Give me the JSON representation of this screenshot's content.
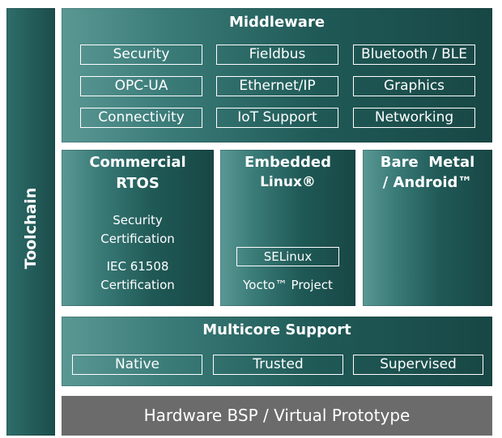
{
  "toolchain": {
    "label": "Toolchain"
  },
  "middleware": {
    "title": "Middleware",
    "items": [
      "Security",
      "Fieldbus",
      "Bluetooth / BLE",
      "OPC-UA",
      "Ethernet/IP",
      "Graphics",
      "Connectivity",
      "IoT Support",
      "Networking"
    ]
  },
  "rtos": {
    "title_line1": "Commercial",
    "title_line2": "RTOS",
    "item1_line1": "Security",
    "item1_line2": "Certification",
    "item2_line1": "IEC 61508",
    "item2_line2": "Certification"
  },
  "linux": {
    "title_line1": "Embedded",
    "title_line2": "Linux®",
    "selinux": "SELinux",
    "yocto": "Yocto™ Project"
  },
  "baremetal": {
    "title_line1": "Bare  Metal",
    "title_line2": "/ Android™"
  },
  "multicore": {
    "title": "Multicore Support",
    "items": [
      "Native",
      "Trusted",
      "Supervised"
    ]
  },
  "hardware": {
    "label": "Hardware BSP / Virtual Prototype"
  }
}
